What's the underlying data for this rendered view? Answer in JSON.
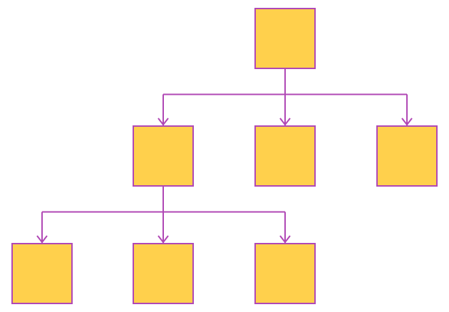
{
  "diagram": {
    "type": "tree",
    "colors": {
      "node_fill": "#FFD04C",
      "node_stroke": "#B048B5",
      "edge": "#B048B5"
    },
    "nodes": [
      {
        "id": "root",
        "level": 0,
        "label": ""
      },
      {
        "id": "a",
        "level": 1,
        "parent": "root",
        "label": ""
      },
      {
        "id": "b",
        "level": 1,
        "parent": "root",
        "label": ""
      },
      {
        "id": "c",
        "level": 1,
        "parent": "root",
        "label": ""
      },
      {
        "id": "a1",
        "level": 2,
        "parent": "a",
        "label": ""
      },
      {
        "id": "a2",
        "level": 2,
        "parent": "a",
        "label": ""
      },
      {
        "id": "a3",
        "level": 2,
        "parent": "a",
        "label": ""
      }
    ]
  }
}
